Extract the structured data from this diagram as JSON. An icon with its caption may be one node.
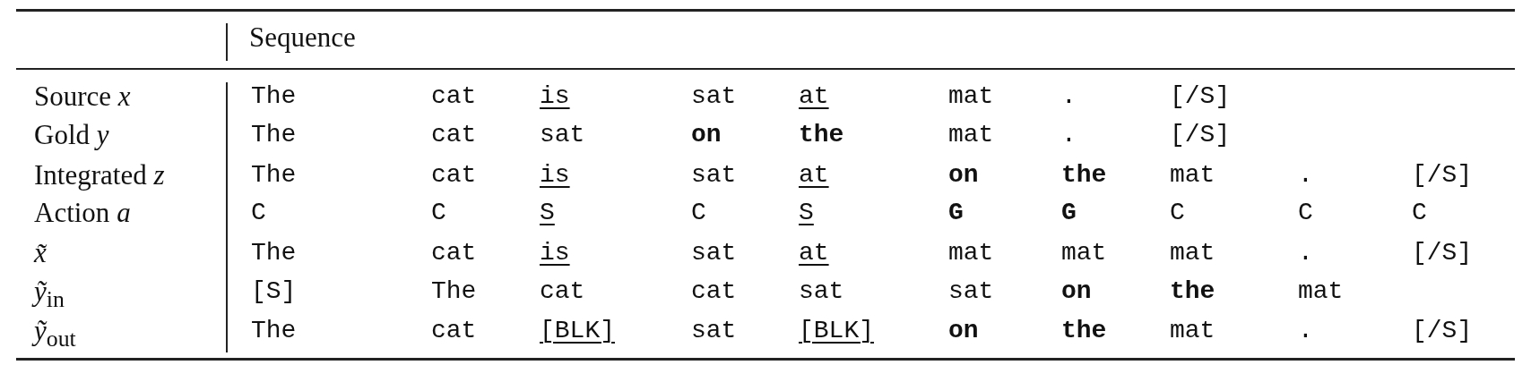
{
  "diagram": {
    "labels": [
      "Sequence",
      "Source *x*",
      "The",
      "cat",
      "is",
      "sat",
      "at",
      "mat",
      ".",
      "[/S]",
      "Gold *y*",
      "The",
      "cat",
      "sat",
      "**on**",
      "**the**",
      "mat",
      ".",
      "[/S]",
      "Integrated *z*",
      "The",
      "cat",
      "is",
      "sat",
      "at",
      "**on**",
      "**the**",
      "mat",
      ".",
      "[/S]",
      "Action *a*",
      "C",
      "C",
      "S",
      "C",
      "S",
      "**G**",
      "**G**",
      "C",
      "C",
      "C",
      "*x̃*",
      "The",
      "cat",
      "is",
      "sat",
      "at",
      "mat",
      "mat",
      "mat",
      ".",
      "[/S]",
      "*ỹ*$_{in}$",
      "[S]",
      "The",
      "cat",
      "cat",
      "sat",
      "sat",
      "**on**",
      "**the**",
      "mat",
      "*ỹ*$_{out}$",
      "The",
      "cat",
      "[BLK]",
      "sat",
      "[BLK]",
      "**on**",
      "**the**",
      "mat",
      ".",
      "[/S]"
    ]
  }
}
